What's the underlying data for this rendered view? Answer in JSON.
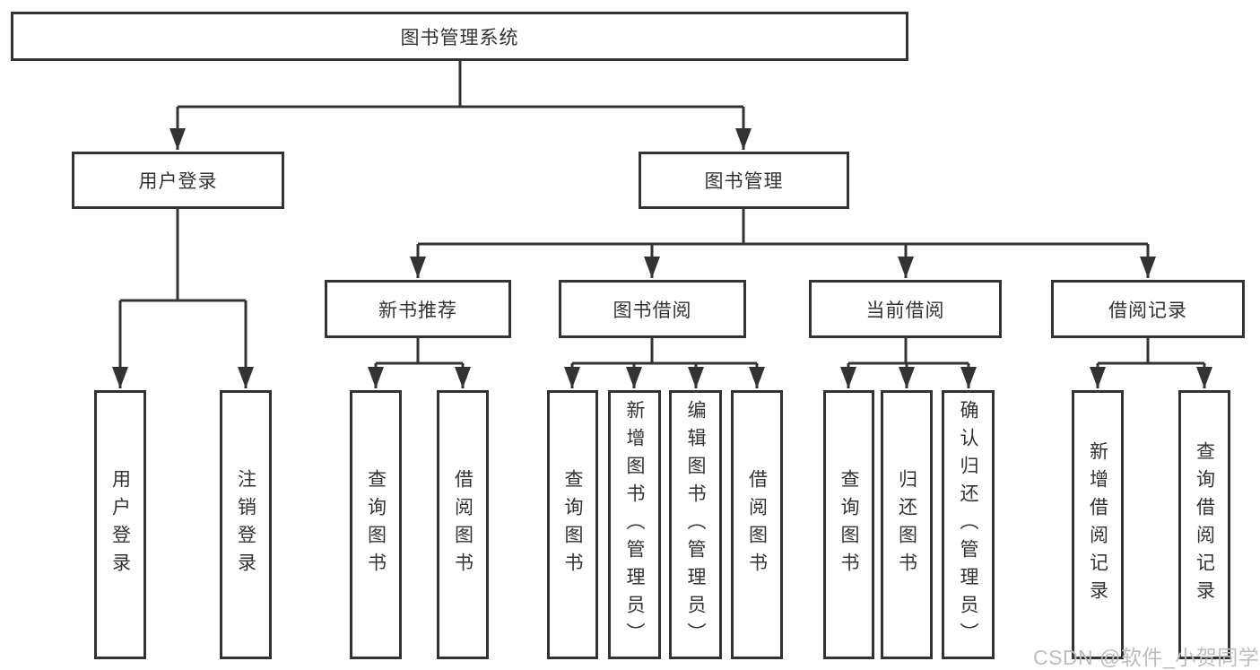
{
  "diagram": {
    "type": "hierarchy-tree",
    "title": "图书管理系统"
  },
  "colors": {
    "line": "#333333",
    "box_border": "#333333",
    "text": "#333333",
    "background": "#ffffff",
    "watermark": "#bcbcbc"
  },
  "tree": {
    "root": {
      "label": "图书管理系统",
      "children": [
        {
          "label": "用户登录",
          "children": [
            {
              "label": "用户登录"
            },
            {
              "label": "注销登录"
            }
          ]
        },
        {
          "label": "图书管理",
          "children": [
            {
              "label": "新书推荐",
              "children": [
                {
                  "label": "查询图书"
                },
                {
                  "label": "借阅图书"
                }
              ]
            },
            {
              "label": "图书借阅",
              "children": [
                {
                  "label": "查询图书"
                },
                {
                  "label": "新增图书（管理员）"
                },
                {
                  "label": "编辑图书（管理员）"
                },
                {
                  "label": "借阅图书"
                }
              ]
            },
            {
              "label": "当前借阅",
              "children": [
                {
                  "label": "查询图书"
                },
                {
                  "label": "归还图书"
                },
                {
                  "label": "确认归还（管理员）"
                }
              ]
            },
            {
              "label": "借阅记录",
              "children": [
                {
                  "label": "新增借阅记录"
                },
                {
                  "label": "查询借阅记录"
                }
              ]
            }
          ]
        }
      ]
    }
  },
  "watermark": {
    "text": "CSDN @软件_小贺同学"
  }
}
